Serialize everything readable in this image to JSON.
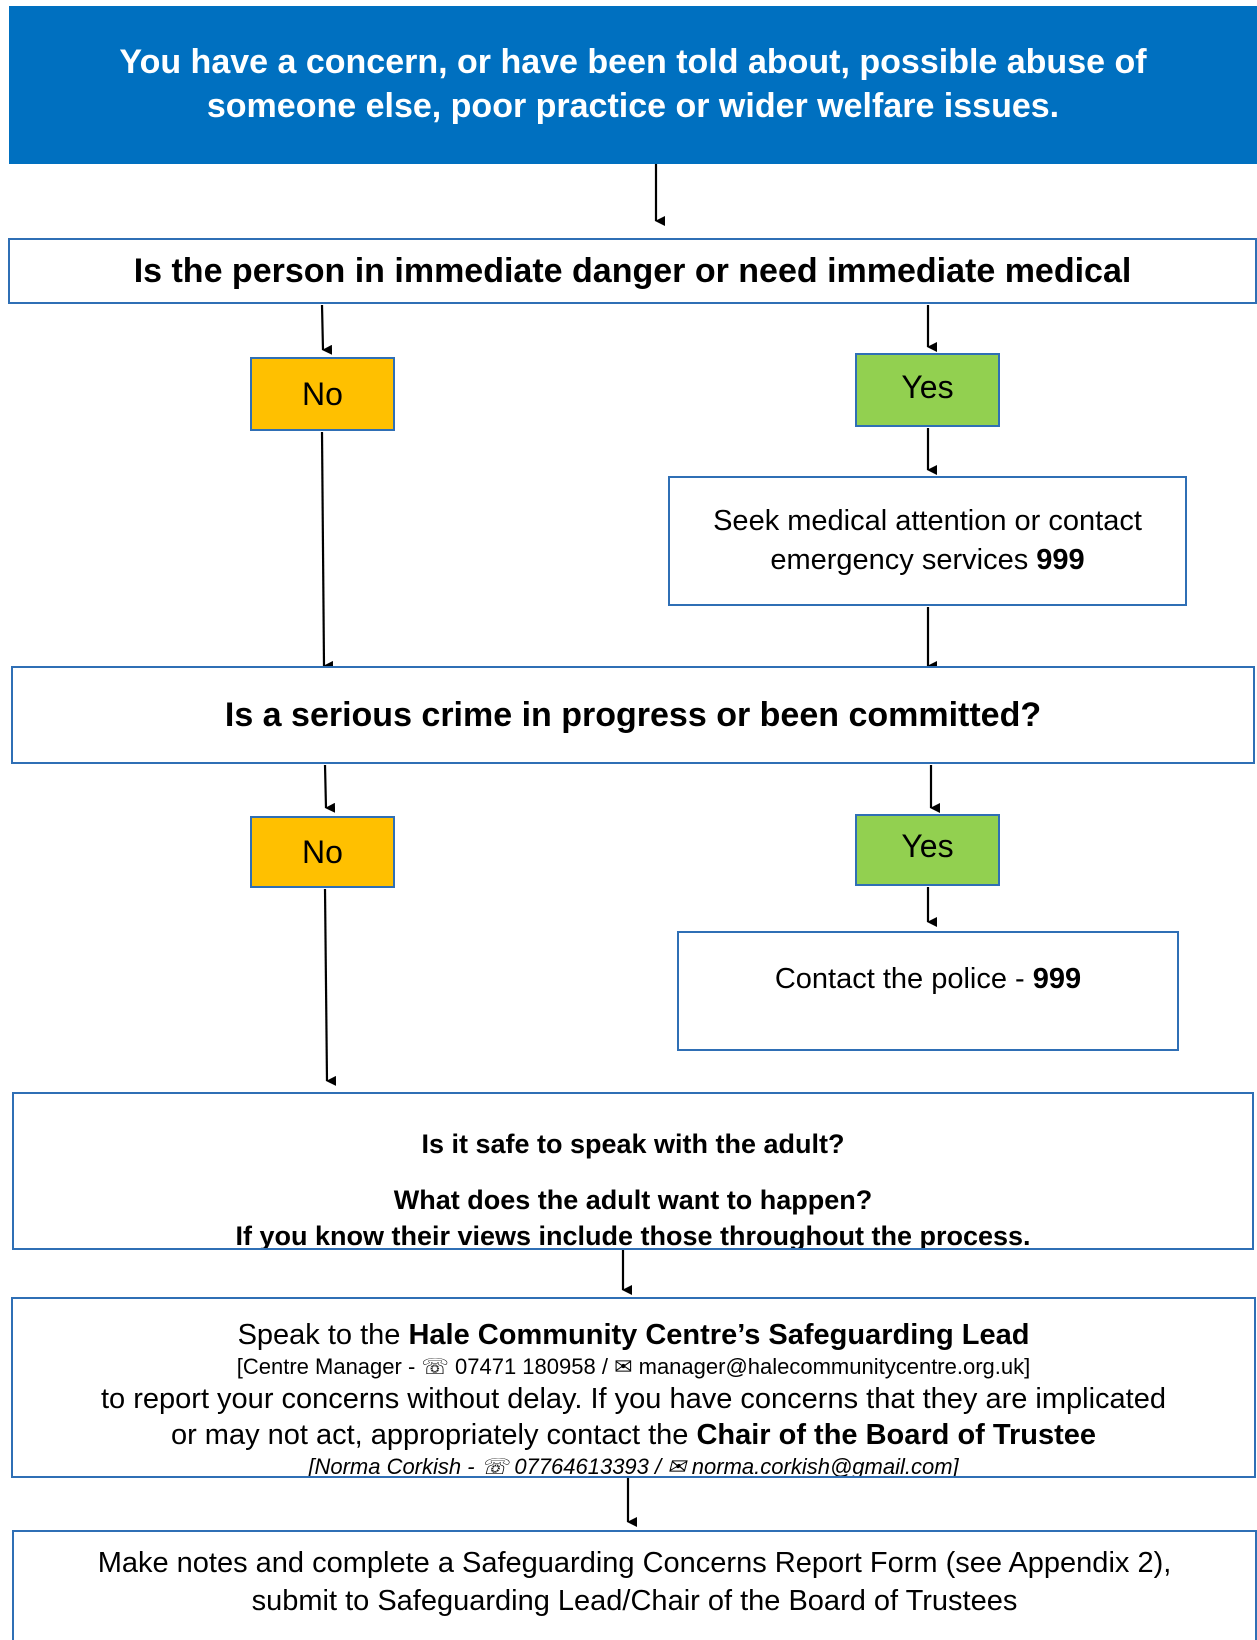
{
  "top": {
    "line1": "You have a concern, or have been told about, possible abuse of",
    "line2": "someone else, poor practice or wider welfare issues."
  },
  "question1": "Is the person in immediate danger or need immediate medical",
  "no_label": "No",
  "yes_label": "Yes",
  "medical": {
    "line1": "Seek medical attention or contact",
    "line2": "emergency services ",
    "number": "999"
  },
  "question2": "Is a serious crime in progress or been committed?",
  "police": {
    "text": "Contact the police - ",
    "number": "999"
  },
  "adult": {
    "line1": "Is it safe to speak with the adult?",
    "line2": "What does the adult want to happen?",
    "line3": "If you know their views include those throughout the process."
  },
  "lead": {
    "intro": "Speak to the ",
    "lead_name": "Hale Community Centre’s Safeguarding Lead",
    "manager_prefix": "[Centre Manager - ",
    "manager_phone": " 07471 180958 / ",
    "manager_email": " manager@halecommunitycentre.org.uk]",
    "line3": "to report your concerns without delay.  If you have concerns that they are implicated",
    "line4_pre": "or may not act, appropriately contact the ",
    "chair": "Chair of the Board of Trustee",
    "chair_prefix": "[Norma Corkish - ",
    "chair_phone": " 07764613393 / ",
    "chair_email": " norma.corkish@gmail.com]"
  },
  "notes": {
    "line1": "Make notes and complete a Safeguarding Concerns Report Form (see Appendix 2),",
    "line2": "submit to Safeguarding Lead/Chair of the Board of Trustees"
  },
  "colors": {
    "header_fill": "#0070c0",
    "no_fill": "#ffc000",
    "yes_fill": "#92d050",
    "border": "#2f6fb5"
  }
}
